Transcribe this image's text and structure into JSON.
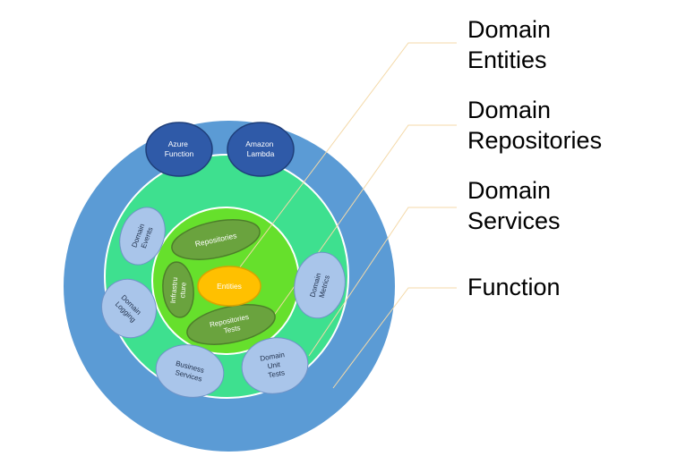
{
  "labels": {
    "domain_entities": [
      "Domain",
      "Entities"
    ],
    "domain_repositories": [
      "Domain",
      "Repositories"
    ],
    "domain_services": [
      "Domain",
      "Services"
    ],
    "function": "Function"
  },
  "nodes": {
    "azure_function": [
      "Azure",
      "Function"
    ],
    "amazon_lambda": [
      "Amazon",
      "Lambda"
    ],
    "domain_events": [
      "Domain",
      "Events"
    ],
    "domain_logging": [
      "Domain",
      "Logging"
    ],
    "business_services": [
      "Business",
      "Services"
    ],
    "domain_unit_tests": [
      "Domain",
      "Unit",
      "Tests"
    ],
    "domain_metrics": [
      "Domain",
      "Metrics"
    ],
    "repositories": "Repositories",
    "infrastructure": [
      "Infrastru",
      "cture"
    ],
    "entities": "Entities",
    "repositories_tests": [
      "Repositories",
      "Tests"
    ]
  },
  "colors": {
    "outer_ring": "#5b9bd5",
    "services_ring": "#3ee08f",
    "repositories_ring": "#66e02c",
    "entities": "#ffc000",
    "cloud_nodes": "#2f5aa8",
    "service_nodes": "#a9c5ea",
    "repository_nodes": "#6aa33e",
    "leader_lines": "#f4d9a8"
  }
}
